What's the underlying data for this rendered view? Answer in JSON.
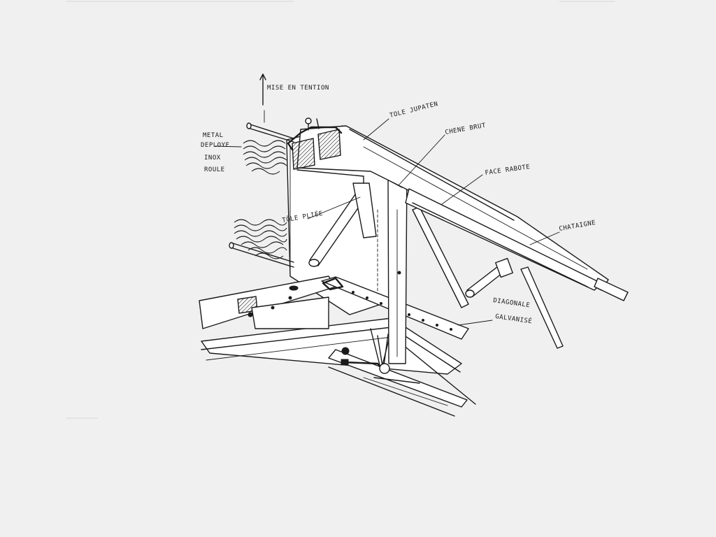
{
  "drawing": {
    "background": "#f0f0f0",
    "ink_color": "#1a1a1a"
  },
  "labels": {
    "tension": "MISE EN TENTION",
    "metal_line1": "METAL",
    "metal_line2": "DEPLOYE",
    "metal_line3": "INOX",
    "metal_line4": "ROULE",
    "tole_jupaten": "TOLE JUPATEN",
    "chene_brut": "CHENE BRUT",
    "face_rabote": "FACE RABOTE",
    "chataigne": "CHATAIGNE",
    "tole_plie": "TÔLE PLIÉE",
    "diagonale_line1": "DIAGONALE",
    "diagonale_line2": "GALVANISÉ"
  }
}
